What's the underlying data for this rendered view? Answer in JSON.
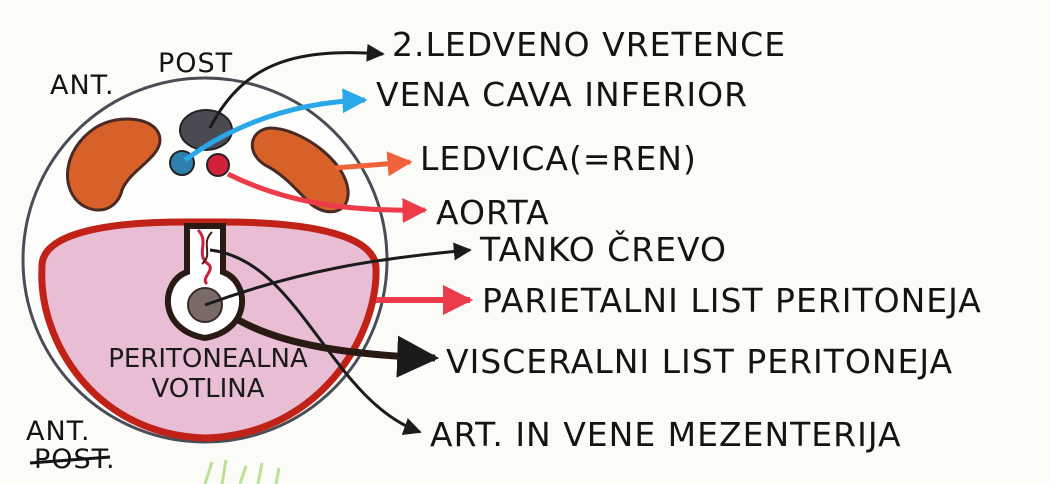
{
  "orientation": {
    "top_ant": "ANT.",
    "top_post": "POST",
    "bottom_ant": "ANT.",
    "bottom_post": "POST."
  },
  "labels": {
    "vertebra": "2.LEDVENO VRETENCE",
    "vena_cava": "VENA CAVA INFERIOR",
    "kidney": "LEDVICA(=REN)",
    "aorta": "AORTA",
    "small_intestine": "TANKO ČREVO",
    "parietal": "PARIETALNI LIST PERITONEJA",
    "visceral": "VISCERALNI LIST PERITONEJA",
    "mesentery_vessels": "ART. IN VENE MEZENTERIJA"
  },
  "cavity_label": [
    "PERITONEALNA",
    "VOTLINA"
  ],
  "colors": {
    "kidney": "#d8612a",
    "vena_cava": "#2f7fb0",
    "aorta": "#d0203a",
    "vertebra": "#4a4a52",
    "cavity_fill": "#e9bed4",
    "parietal_outline": "#c02218",
    "visceral_outline": "#2a1a14",
    "intestine": "#7a6a68",
    "arrow_blue": "#2aa7e8",
    "arrow_orange": "#f0623a",
    "arrow_red": "#ee3b4a",
    "arrow_dark": "#1b1b1b"
  }
}
